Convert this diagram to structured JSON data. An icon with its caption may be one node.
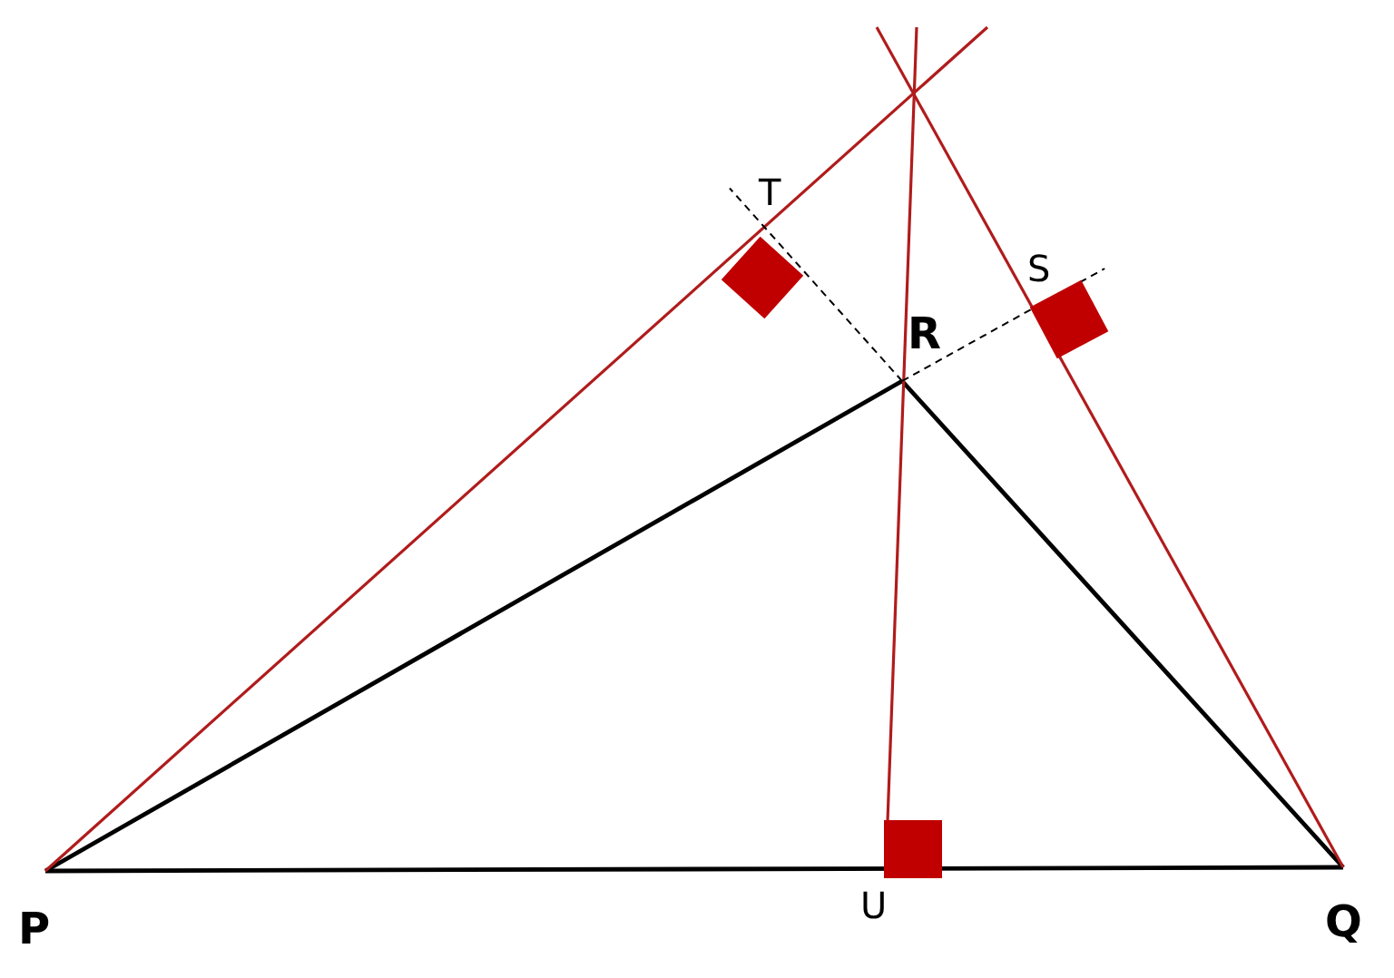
{
  "diagram": {
    "nodes": [
      {
        "text": [
          "P"
        ]
      },
      {
        "text": [
          "Q"
        ]
      },
      {
        "text": [
          "R"
        ]
      },
      {
        "text": [
          "S"
        ]
      },
      {
        "text": [
          "T"
        ]
      },
      {
        "text": [
          "U"
        ]
      }
    ],
    "edges": [
      {
        "from": 0,
        "to": 1,
        "arrow": "none"
      },
      {
        "from": 1,
        "to": 2,
        "arrow": "none"
      },
      {
        "from": 2,
        "to": 0,
        "arrow": "none"
      },
      {
        "from": 0,
        "to": null,
        "arrow": "none",
        "color": "#b01c1c"
      },
      {
        "from": 1,
        "to": null,
        "arrow": "none",
        "color": "#b01c1c"
      },
      {
        "from": 5,
        "to": null,
        "arrow": "none",
        "color": "#b01c1c"
      },
      {
        "from": 2,
        "to": 4,
        "arrow": "none",
        "style": "dashed"
      },
      {
        "from": 2,
        "to": 3,
        "arrow": "none",
        "style": "dashed"
      }
    ]
  }
}
